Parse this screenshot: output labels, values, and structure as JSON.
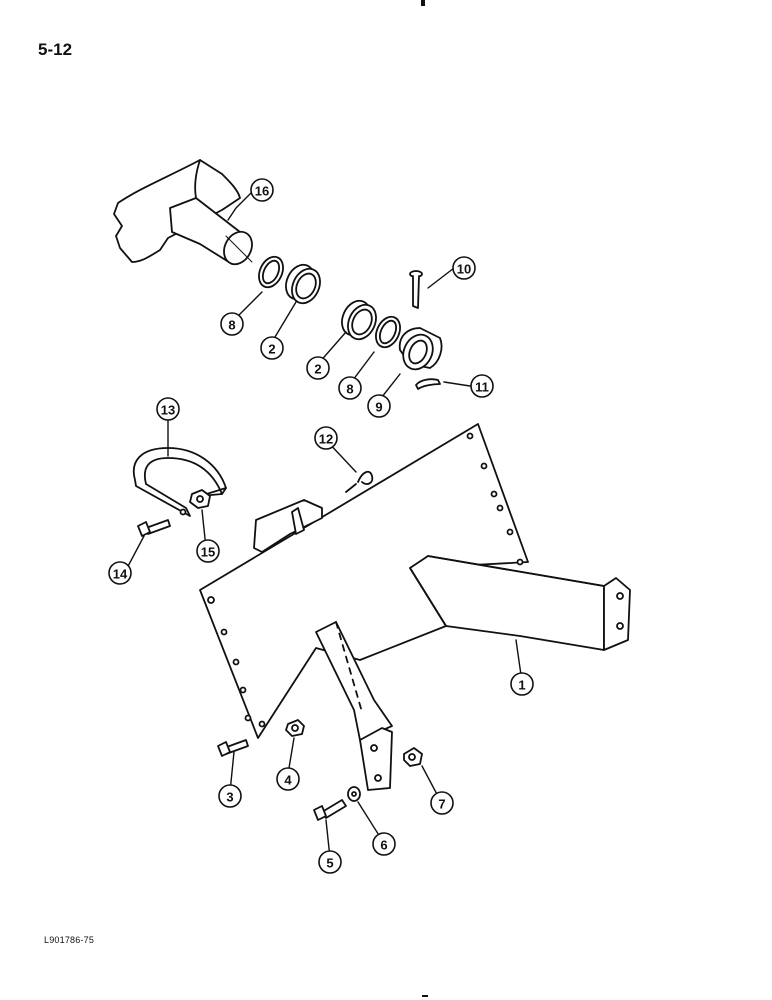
{
  "page": {
    "page_number": "5-12",
    "figure_code": "L901786-75"
  },
  "callouts": [
    "1",
    "2",
    "2",
    "3",
    "4",
    "5",
    "6",
    "7",
    "8",
    "8",
    "9",
    "10",
    "11",
    "12",
    "13",
    "14",
    "15",
    "16"
  ],
  "colors": {
    "ink": "#111111",
    "paper": "#ffffff"
  }
}
